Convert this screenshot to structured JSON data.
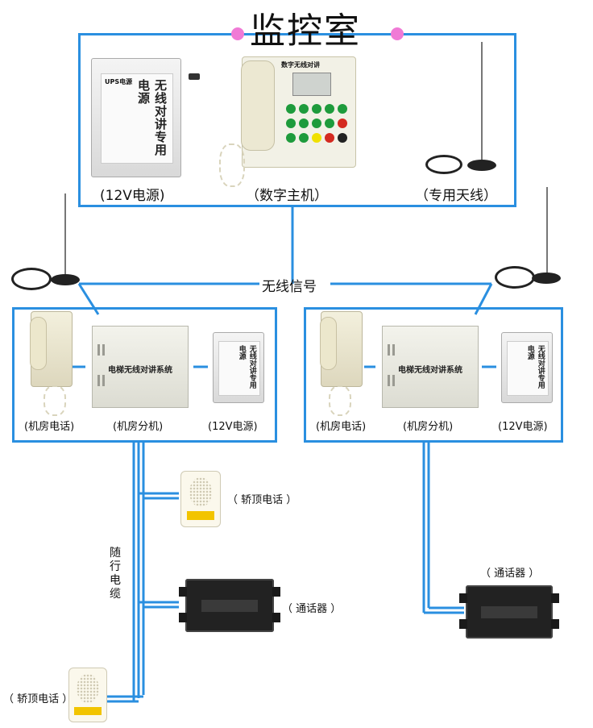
{
  "title": "监控室",
  "colors": {
    "line": "#2a8fe0",
    "dot": "#f07ad6"
  },
  "control_room": {
    "ups_label": "(12V电源)",
    "host_label": "（数字主机）",
    "antenna_label": "（专用天线）",
    "ups_text_main": "无线对讲专用电源",
    "ups_text_top": "UPS电源",
    "host_screen_title": "数字无线对讲"
  },
  "wireless_signal": "无线信号",
  "machine_rooms": [
    {
      "phone_label": "(机房电话)",
      "unit_label": "(机房分机)",
      "power_label": "(12V电源)",
      "unit_text": "电梯无线对讲系统"
    },
    {
      "phone_label": "(机房电话)",
      "unit_label": "(机房分机)",
      "power_label": "(12V电源)",
      "unit_text": "电梯无线对讲系统"
    }
  ],
  "field_devices": {
    "car_top_phone_1": "（ 轿顶电话 ）",
    "intercom_1": "（ 通话器 ）",
    "car_top_phone_2": "（ 轿顶电话 ）",
    "intercom_2": "（ 通话器 ）"
  },
  "traveling_cable": "随行电缆"
}
